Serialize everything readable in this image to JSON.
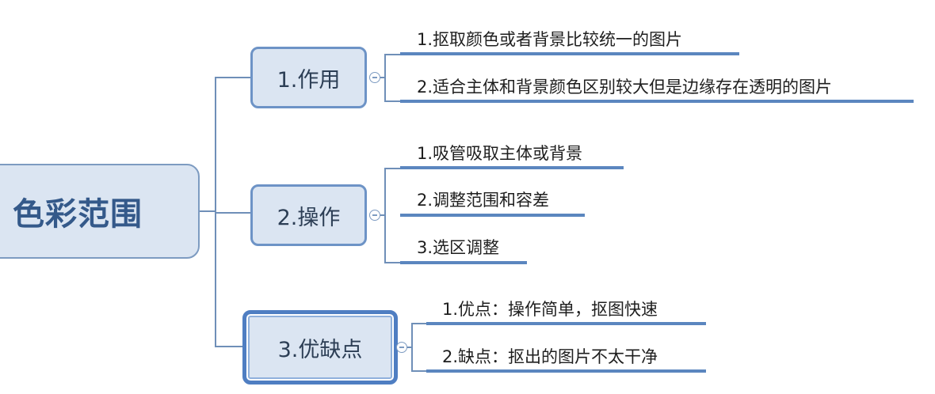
{
  "root": {
    "label": "色彩范围"
  },
  "branches": [
    {
      "label": "1.作用",
      "children": [
        "1.抠取颜色或者背景比较统一的图片",
        "2.适合主体和背景颜色区别较大但是边缘存在透明的图片"
      ]
    },
    {
      "label": "2.操作",
      "children": [
        "1.吸管吸取主体或背景",
        "2.调整范围和容差",
        "3.选区调整"
      ]
    },
    {
      "label": "3.优缺点",
      "children": [
        "1.优点：操作简单，抠图快速",
        "2.缺点：抠出的图片不太干净"
      ]
    }
  ],
  "colors": {
    "node_fill": "#dbe5f2",
    "node_border": "#6d93c6",
    "connector": "#6f8fb8",
    "underline": "#5b86bf",
    "root_text": "#34598a"
  }
}
